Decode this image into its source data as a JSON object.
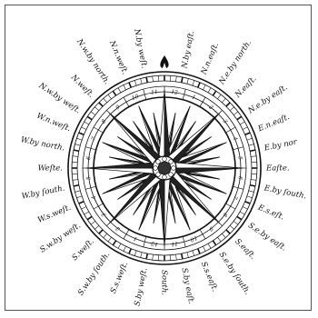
{
  "compass": {
    "points": [
      "N.",
      "N.by eaſt.",
      "N.n.eaſt.",
      "N.e.by north.",
      "N.eaſt.",
      "N.e.by eaſt.",
      "E.n.eaſt.",
      "E.by nor",
      "Eaſte.",
      "E.by ſouth.",
      "E.s.eſt.",
      "S.e.by eaſt.",
      "S.eaſt.",
      "S.e.by ſouth.",
      "S.s.eaſt.",
      "S.by eaſt.",
      "South.",
      "S.by weſt.",
      "S.s.weſt.",
      "S.w.by ſouth.",
      "S.weſt.",
      "S.w.by weſt.",
      "W.s.weſt.",
      "W.by ſouth.",
      "Weſte.",
      "W.by north.",
      "W.n.weſt.",
      "N.w.by weſt.",
      "N.weſt.",
      "N.w.by north.",
      "N.n.weſt.",
      "N.by weſt."
    ],
    "ring_numbers": [
      "12",
      "1",
      "2",
      "3",
      "4",
      "5",
      "6",
      "7",
      "8",
      "9",
      "10",
      "11"
    ]
  }
}
